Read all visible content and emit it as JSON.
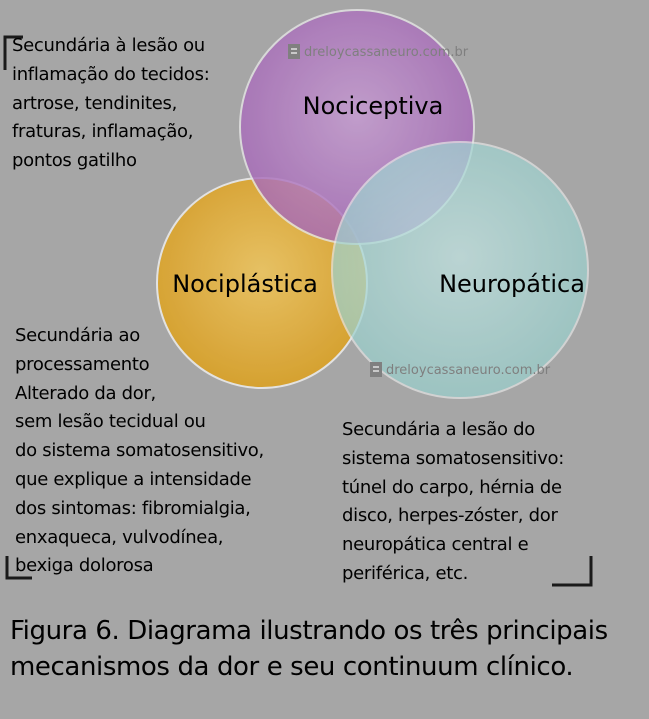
{
  "circles": [
    {
      "label": "Nociceptiva",
      "color": "#b47cc4"
    },
    {
      "label": "Nociplástica",
      "color": "#dfae3c"
    },
    {
      "label": "Neuropática",
      "color": "#a6d8d6"
    }
  ],
  "watermark": {
    "text": "dreloycassaneuro.com.br",
    "icon": "doc-icon",
    "color": "#7f7f7f"
  },
  "descriptions": {
    "nociceptiva": [
      "Secundária à lesão ou",
      "inflamação do tecidos:",
      "artrose, tendinites,",
      "fraturas, inflamação,",
      "pontos gatilho"
    ],
    "nociplastica": [
      "Secundária ao",
      "processamento",
      "Alterado da dor,",
      "sem lesão tecidual ou",
      "do sistema somatosensitivo,",
      "que explique a intensidade",
      "dos sintomas: fibromialgia,",
      "enxaqueca, vulvodínea,",
      "bexiga dolorosa"
    ],
    "neuropatica": [
      "Secundária a lesão  do",
      "sistema  somatosensitivo:",
      "túnel do carpo, hérnia de",
      "disco, herpes-zóster, dor",
      "neuropática central e",
      "periférica, etc."
    ]
  },
  "caption": [
    "Figura 6. Diagrama ilustrando os três principais",
    "mecanismos da dor e seu continuum clínico."
  ]
}
